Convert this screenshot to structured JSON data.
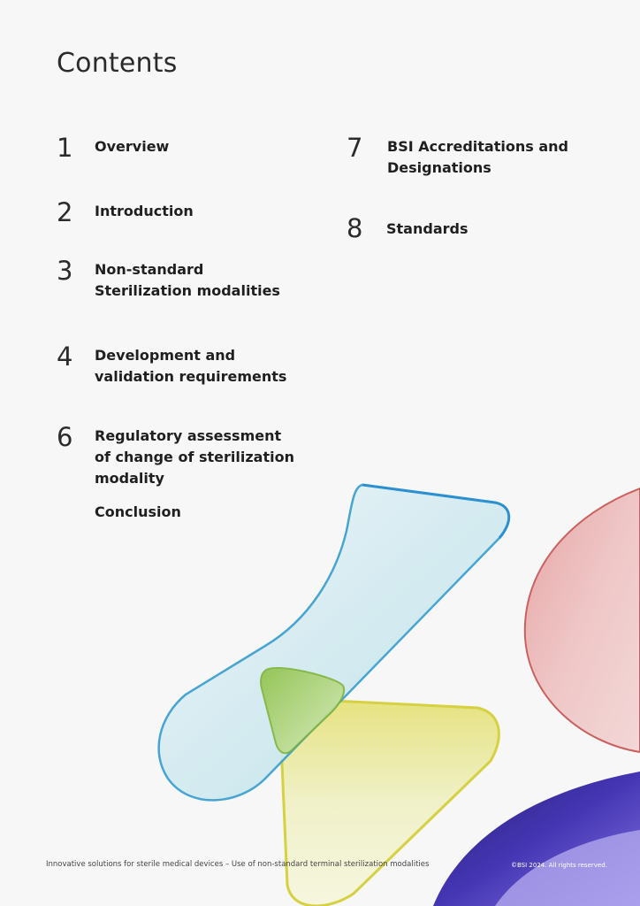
{
  "page": {
    "title": "Contents"
  },
  "toc": {
    "left": [
      {
        "number": "1",
        "label": "Overview"
      },
      {
        "number": "2",
        "label": "Introduction"
      },
      {
        "number": "3",
        "label_line1": "Non-standard",
        "label_line2": "Sterilization modalities"
      },
      {
        "number": "4",
        "label_line1": "Development and",
        "label_line2": "validation requirements"
      },
      {
        "number": "6",
        "label_line1": "Regulatory assessment",
        "label_line2": "of change of sterilization",
        "label_line3": "modality"
      },
      {
        "label": "Conclusion"
      }
    ],
    "right": [
      {
        "number": "7",
        "label_line1": "BSI Accreditations and",
        "label_line2": "Designations"
      },
      {
        "number": "8",
        "label": "Standards"
      }
    ]
  },
  "footer": {
    "left_text": "Innovative solutions for sterile medical devices – Use of non-standard terminal sterilization modalities",
    "right_text": "©BSI 2024. All rights reserved."
  },
  "colors": {
    "background": "#f7f7f7",
    "glass_blue": "#c9e6ee",
    "glass_yellow": "#eef0b0",
    "glass_green": "#a6cf6a",
    "glass_red": "#e9a6a6",
    "glass_purple": "#3b2aa6"
  }
}
